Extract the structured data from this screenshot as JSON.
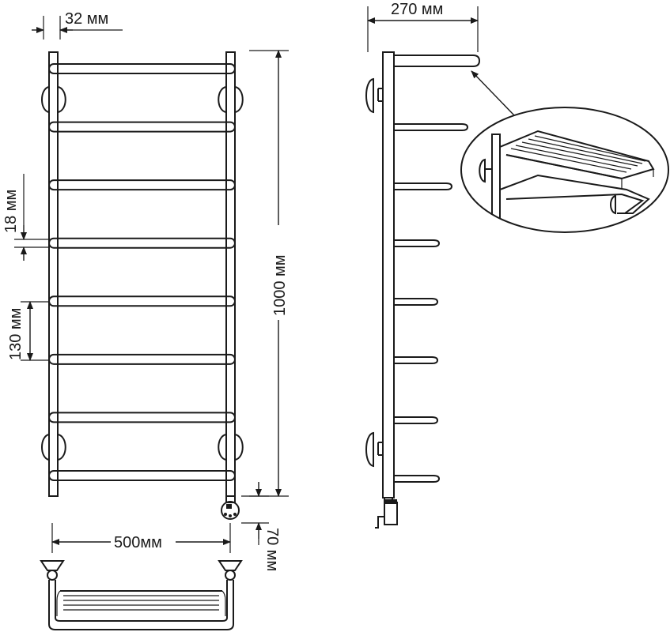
{
  "labels": {
    "rung_diameter": "32 мм",
    "depth": "270 мм",
    "rung_thickness": "18 мм",
    "height": "1000 мм",
    "rung_pitch": "130 мм",
    "width": "500мм",
    "connector_offset": "70 мм"
  },
  "front_view": {
    "rung_count": 8
  },
  "side_view": {
    "rung_count": 8
  }
}
